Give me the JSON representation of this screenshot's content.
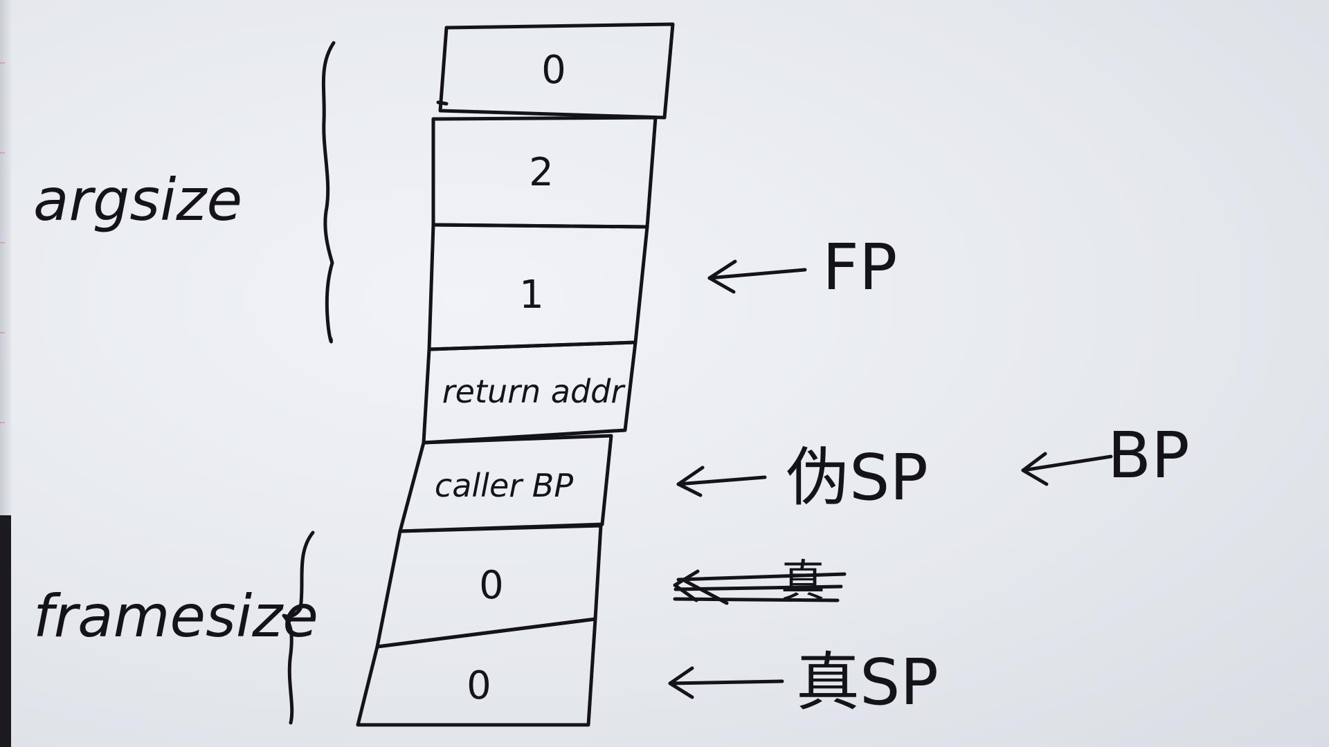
{
  "diagram": {
    "stack_cells": [
      "0",
      "2",
      "1",
      "return addr",
      "caller BP",
      "0",
      "0"
    ],
    "labels": {
      "argsize": "argsize",
      "framesize": "framesize",
      "fp": "FP",
      "pseudo_sp": "伪SP",
      "bp": "BP",
      "struck": "真",
      "real_sp": "真SP"
    }
  }
}
